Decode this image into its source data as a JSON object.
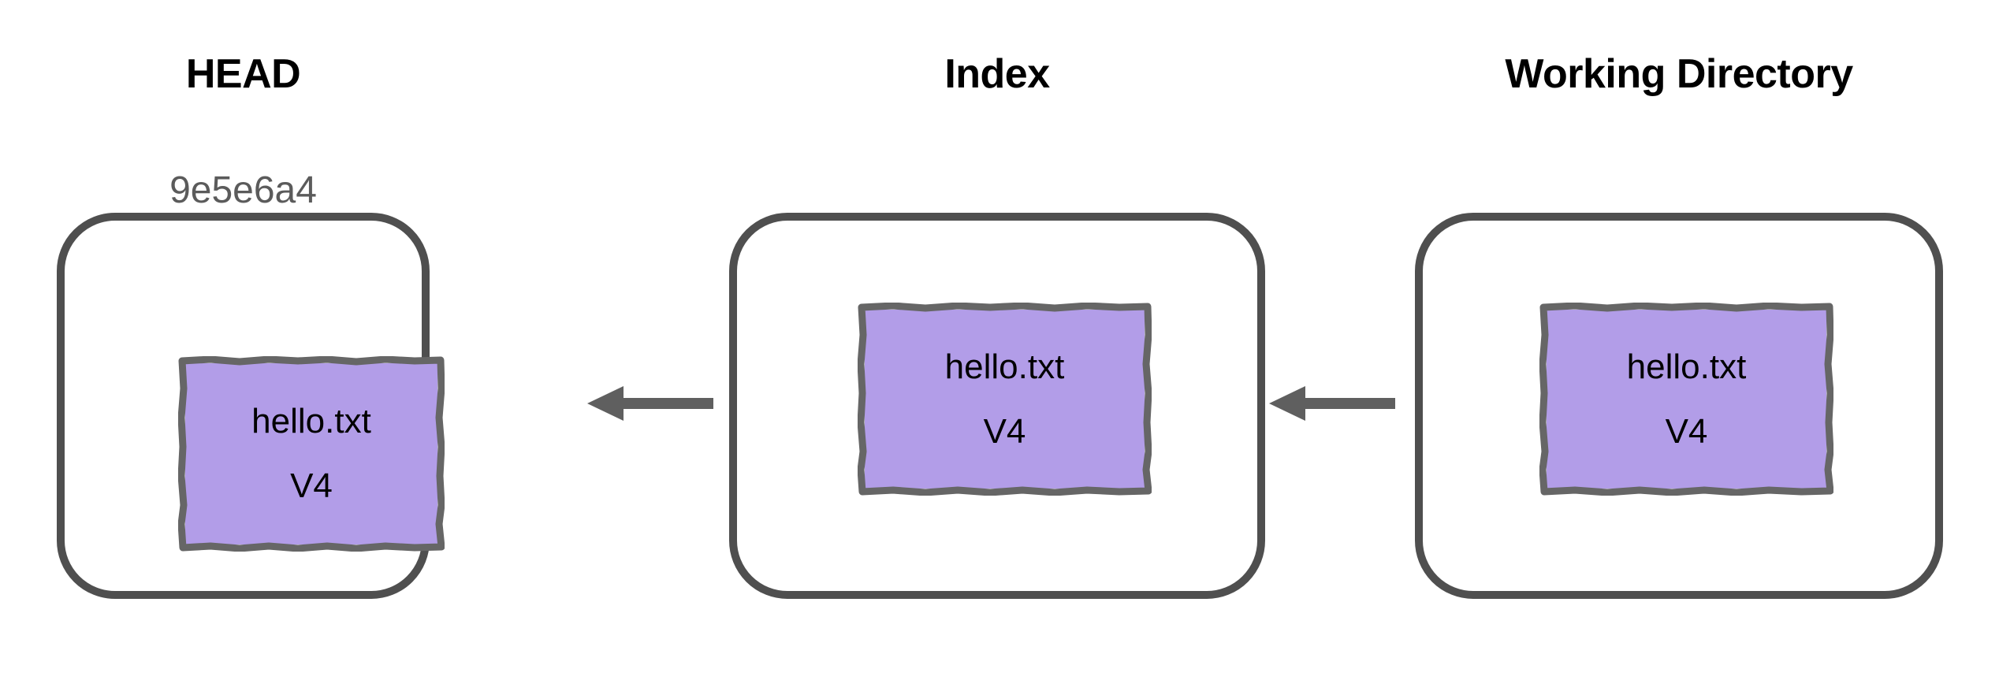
{
  "diagram": {
    "title_row": [
      {
        "id": "head",
        "label": "HEAD"
      },
      {
        "id": "index",
        "label": "Index"
      },
      {
        "id": "working_directory",
        "label": "Working Directory"
      }
    ],
    "accent_purple": "#b29de8",
    "border_gray": "#4f4f4f",
    "rough_border_gray": "#666666",
    "hash_gray": "#5b5b5b",
    "arrow_gray": "#5f5f5f",
    "background": "#ffffff"
  },
  "head": {
    "label": "HEAD",
    "commit_hash": "9e5e6a4",
    "file": {
      "name": "hello.txt",
      "version": "V4"
    }
  },
  "index": {
    "label": "Index",
    "file": {
      "name": "hello.txt",
      "version": "V4"
    }
  },
  "working_directory": {
    "label": "Working Directory",
    "file": {
      "name": "hello.txt",
      "version": "V4"
    }
  },
  "arrows": [
    {
      "id": "index-to-head",
      "direction": "left",
      "from": "Index",
      "to": "HEAD"
    },
    {
      "id": "working-directory-to-index",
      "direction": "left",
      "from": "Working Directory",
      "to": "Index"
    }
  ]
}
